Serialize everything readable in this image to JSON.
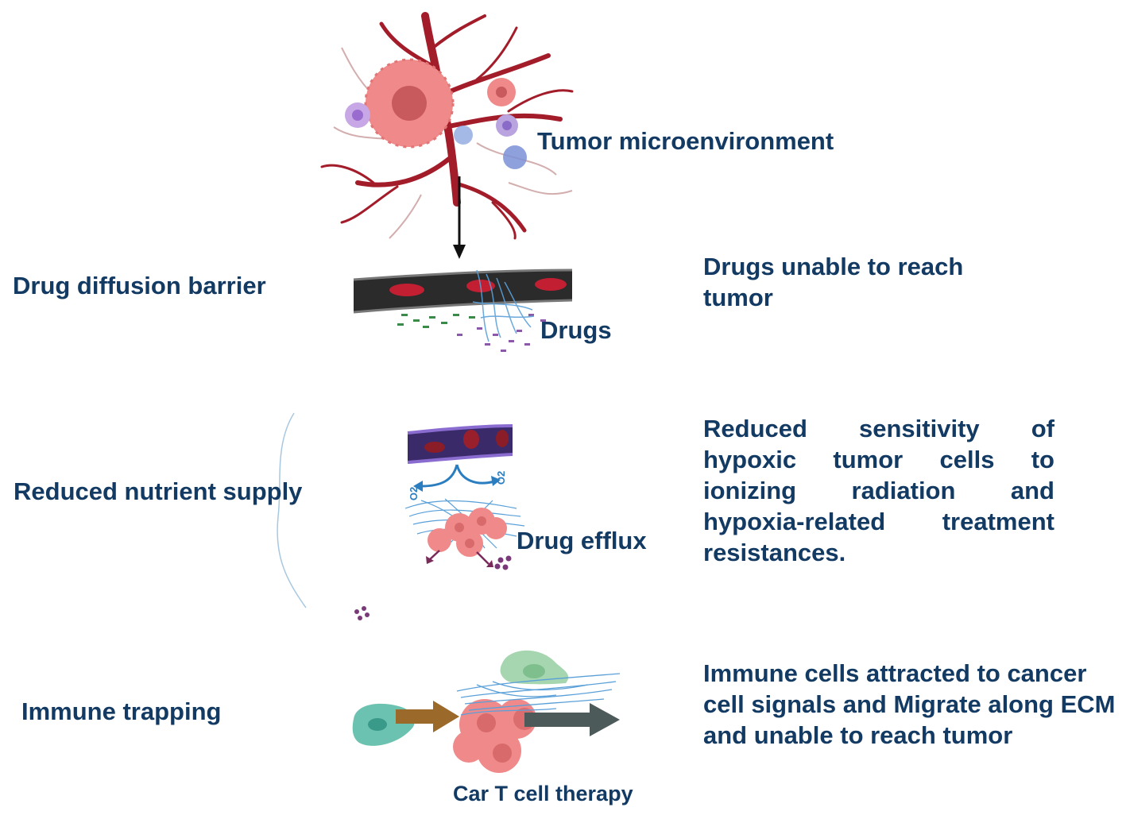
{
  "labels": {
    "tumor_microenvironment": "Tumor microenvironment",
    "drug_diffusion_barrier": "Drug diffusion barrier",
    "drugs": "Drugs",
    "drugs_unable": "Drugs unable to reach tumor",
    "reduced_nutrient_supply": "Reduced nutrient supply",
    "drug_efflux": "Drug efflux",
    "reduced_sensitivity": "Reduced sensitivity of hypoxic tumor cells to ionizing radiation and hypoxia-related treatment resistances.",
    "immune_trapping": "Immune trapping",
    "immune_cells": "Immune cells attracted to cancer cell signals and Migrate along ECM and unable to reach tumor",
    "car_t": "Car T cell therapy",
    "o2_left": "O2",
    "o2_right": "O2"
  },
  "colors": {
    "text": "#123a63",
    "vessel_red": "#a31c2a",
    "tumor_pink": "#f0898a",
    "vessel_dark": "#2b2b2b",
    "vessel_purple": "#3a2a6a",
    "ecm_blue": "#5aa0d8",
    "immune_teal": "#6cc2b0",
    "arrow_brown": "#9b6a2a",
    "arrow_slate": "#4c5a5a"
  },
  "icons": [
    "tumor-microenvironment-illustration",
    "blood-vessel-icon",
    "drug-particles-icon",
    "hypoxic-vessel-icon",
    "tumor-cell-cluster-icon",
    "immune-cell-icon",
    "ecm-fibers-icon"
  ]
}
